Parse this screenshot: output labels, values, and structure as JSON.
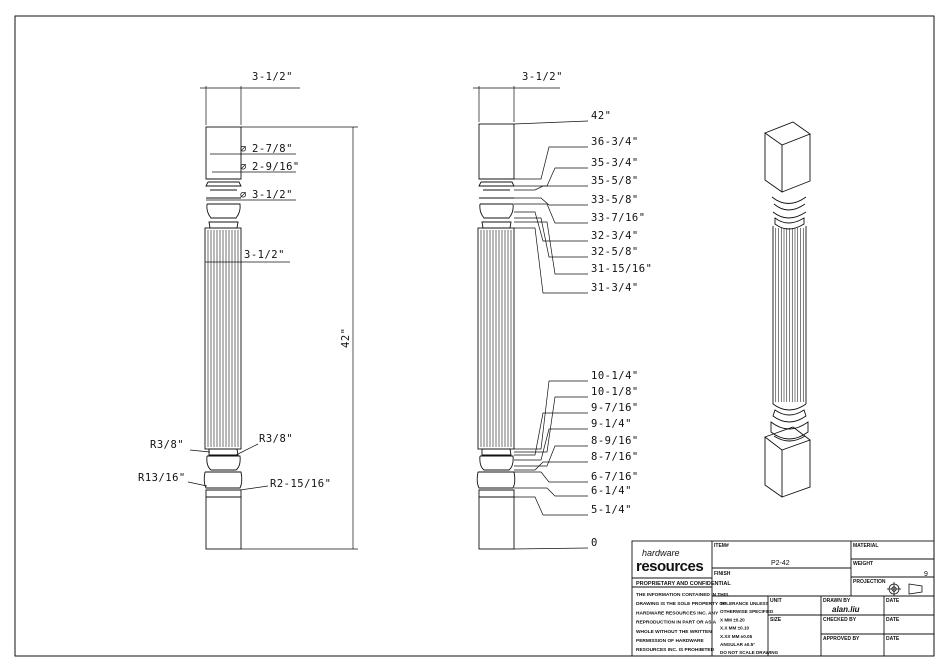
{
  "drawing": {
    "front_dims": {
      "top_width": "3-1/2\"",
      "dia_a": "2-7/8\"",
      "dia_b": "2-9/16\"",
      "dia_c": "3-1/2\"",
      "shaft_width": "3-1/2\"",
      "height": "42\"",
      "r_upper_left": "R3/8\"",
      "r_upper_right": "R3/8\"",
      "r_lower_left": "R13/16\"",
      "r_lower_right": "R2-15/16\""
    },
    "side_dims": {
      "top_width": "3-1/2\"",
      "heights": [
        "42\"",
        "36-3/4\"",
        "35-3/4\"",
        "35-5/8\"",
        "33-5/8\"",
        "33-7/16\"",
        "32-3/4\"",
        "32-5/8\"",
        "31-15/16\"",
        "31-3/4\"",
        "10-1/4\"",
        "10-1/8\"",
        "9-7/16\"",
        "9-1/4\"",
        "8-9/16\"",
        "8-7/16\"",
        "6-7/16\"",
        "6-1/4\"",
        "5-1/4\"",
        "0"
      ]
    }
  },
  "title_block": {
    "logo_top": "hardware",
    "logo_bottom": "resources",
    "proprietary": "PROPRIETARY AND CONFIDENTIAL",
    "notice": [
      "THE INFORMATION CONTAINED IN THIS",
      "DRAWING IS THE SOLE PROPERTY OF",
      "HARDWARE RESOURCES INC. ANY",
      "REPRODUCTION IN PART OR AS A",
      "WHOLE WITHOUT THE WRITTEN",
      "PERMISSION OF HARDWARE",
      "RESOURCES INC. IS PROHIBITED"
    ],
    "item_label": "ITEM#",
    "item_value": "P2-42",
    "finish_label": "FINISH",
    "material_label": "MATERIAL",
    "weight_label": "WEIGHT",
    "weight_value": "9",
    "projection_label": "PROJECTION",
    "tolerance": [
      "TOLERANCE UNLESS",
      "OTHERWISE SPECIFIED",
      "X   MM   ±0.20",
      "X.X  MM   ±0.10",
      "X.XX  MM   ±0.05",
      "ANGULAR   ±0.5°",
      "DO NOT SCALE DRAWING"
    ],
    "unit_label": "UNIT",
    "size_label": "SIZE",
    "drawn_by_label": "DRAWN BY",
    "drawn_by_value": "alan.liu",
    "checked_by_label": "CHECKED BY",
    "approved_by_label": "APPROVED BY",
    "date_label": "DATE"
  }
}
